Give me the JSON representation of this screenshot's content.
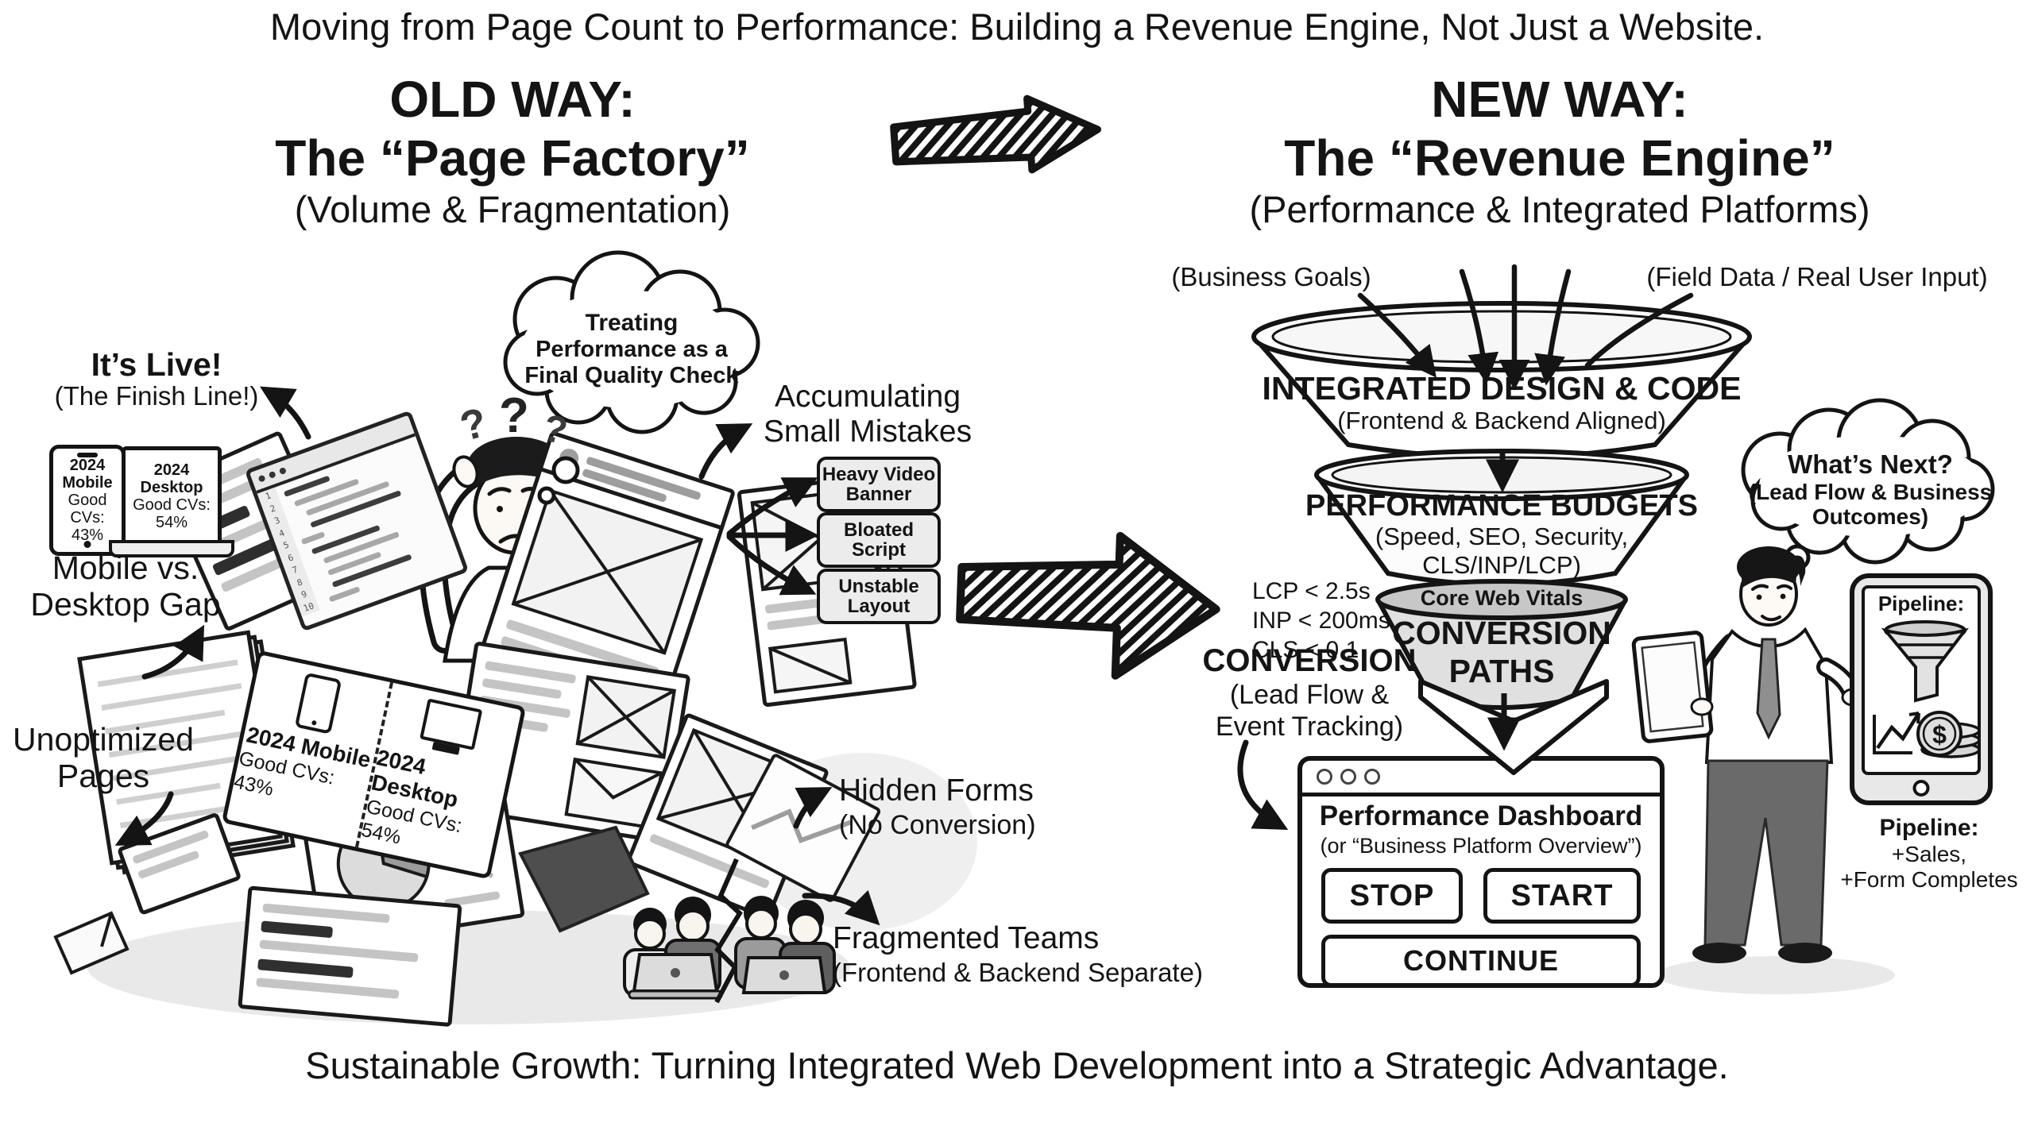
{
  "titles": {
    "top": "Moving from Page Count to Performance: Building a Revenue Engine, Not Just a Website.",
    "bottom": "Sustainable Growth: Turning Integrated Web Development into a Strategic Advantage."
  },
  "old_way": {
    "heading1": "OLD WAY:",
    "heading2": "The “Page Factory”",
    "subheading": "(Volume & Fragmentation)",
    "its_live": "It’s Live!",
    "its_live_sub": "(The Finish Line!)",
    "mobile_card": [
      "2024",
      "Mobile",
      "Good",
      "CVs: 43%"
    ],
    "desktop_card": [
      "2024",
      "Desktop",
      "Good CVs:",
      "54%"
    ],
    "gap_label": [
      "Mobile vs.",
      "Desktop Gap"
    ],
    "unoptimized_label": [
      "Unoptimized",
      "Pages"
    ],
    "thought_cloud": [
      "Treating",
      "Performance as a",
      "Final Quality Check"
    ],
    "question_marks": [
      "?",
      "?",
      "?"
    ],
    "accumulating": [
      "Accumulating",
      "Small Mistakes"
    ],
    "mistakes": [
      "Heavy Video Banner",
      "Bloated Script",
      "Unstable Layout"
    ],
    "pile_mobile": [
      "2024 Mobile",
      "Good CVs: 43%"
    ],
    "pile_desktop": [
      "2024 Desktop",
      "Good CVs: 54%"
    ],
    "code_line_numbers": "1\n2\n3\n4\n5\n6\n7\n8\n9\n10",
    "hidden_forms": "Hidden Forms",
    "hidden_forms_sub": "(No Conversion)",
    "fragmented": "Fragmented Teams",
    "fragmented_sub": "(Frontend & Backend Separate)"
  },
  "new_way": {
    "heading1": "NEW WAY:",
    "heading2": "The “Revenue Engine”",
    "subheading": "(Performance & Integrated Platforms)",
    "input_left": "(Business Goals)",
    "input_right": "(Field Data / Real User Input)",
    "tier1": "INTEGRATED DESIGN & CODE",
    "tier1_sub": "(Frontend & Backend Aligned)",
    "tier2": "PERFORMANCE BUDGETS",
    "tier2_sub": [
      "(Speed, SEO, Security,",
      "CLS/INP/LCP)"
    ],
    "tier3_band": "Core Web Vitals",
    "tier3": [
      "CONVERSION",
      "PATHS"
    ],
    "metrics": [
      "LCP < 2.5s",
      "INP < 200ms",
      "CLS < 0.1"
    ],
    "conversion": "CONVERSION",
    "conversion_sub": [
      "(Lead Flow &",
      "Event Tracking)"
    ],
    "dashboard": {
      "title": "Performance Dashboard",
      "subtitle": "(or “Business Platform Overview”)",
      "buttons": [
        "STOP",
        "START",
        "CONTINUE"
      ]
    },
    "whats_next": [
      "What’s Next?",
      "(Lead Flow & Business",
      "Outcomes)"
    ],
    "pipeline_screen_title": "Pipeline:",
    "dollar": "$",
    "pipeline_caption": [
      "Pipeline:",
      "+Sales,",
      "+Form Completes"
    ]
  },
  "colors": {
    "ink": "#141414",
    "paper": "#ffffff",
    "panel_gray": "#ececec",
    "band_gray": "#b5b5b5"
  }
}
